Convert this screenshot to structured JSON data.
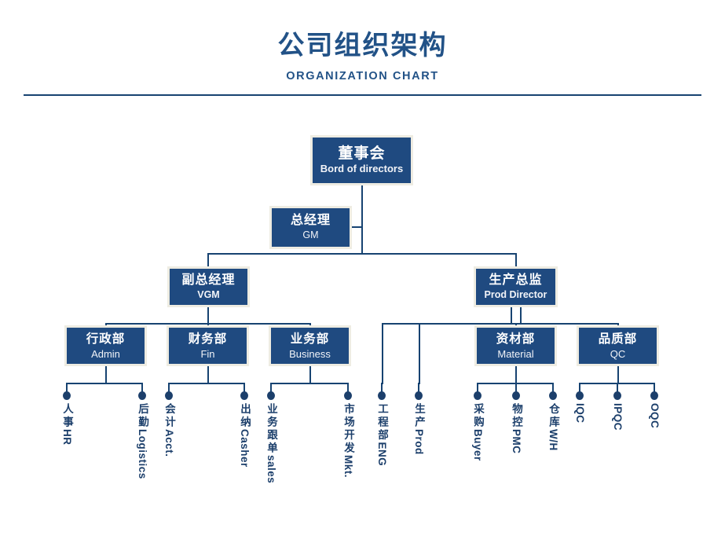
{
  "header": {
    "title_cn": "公司组织架构",
    "title_en": "ORGANIZATION CHART",
    "accent_color": "#225287",
    "rule_color": "#174371"
  },
  "theme": {
    "box_fill": "#1f4a80",
    "box_border": "#eeece2",
    "line_color": "#174371",
    "dot_color": "#1c3f6b",
    "text_color": "#ffffff"
  },
  "chart_data": {
    "type": "diagram",
    "title": "公司组织架构 / ORGANIZATION CHART",
    "nodes": {
      "board": {
        "cn": "董事会",
        "en": "Bord of directors"
      },
      "gm": {
        "cn": "总经理",
        "en": "GM"
      },
      "vgm": {
        "cn": "副总经理",
        "en": "VGM"
      },
      "prod_dir": {
        "cn": "生产总监",
        "en": "Prod Director"
      },
      "admin": {
        "cn": "行政部",
        "en": "Admin"
      },
      "fin": {
        "cn": "财务部",
        "en": "Fin"
      },
      "business": {
        "cn": "业务部",
        "en": "Business"
      },
      "material": {
        "cn": "资材部",
        "en": "Material"
      },
      "qc": {
        "cn": "品质部",
        "en": "QC"
      }
    },
    "leaves": [
      {
        "id": "hr",
        "cn": "人事",
        "en": "HR",
        "parent": "admin"
      },
      {
        "id": "logistics",
        "cn": "后勤",
        "en": "Logistics",
        "parent": "admin"
      },
      {
        "id": "acct",
        "cn": "会计",
        "en": "Acct.",
        "parent": "fin"
      },
      {
        "id": "casher",
        "cn": "出纳",
        "en": "Casher",
        "parent": "fin"
      },
      {
        "id": "sales",
        "cn": "业务跟单",
        "en": "sales",
        "parent": "business"
      },
      {
        "id": "mkt",
        "cn": "市场开发",
        "en": "Mkt.",
        "parent": "business"
      },
      {
        "id": "eng",
        "cn": "工程部",
        "en": "ENG",
        "parent": "prod_dir"
      },
      {
        "id": "prod",
        "cn": "生产",
        "en": "Prod",
        "parent": "prod_dir"
      },
      {
        "id": "buyer",
        "cn": "采购",
        "en": "Buyer",
        "parent": "material"
      },
      {
        "id": "pmc",
        "cn": "物控",
        "en": "PMC",
        "parent": "material"
      },
      {
        "id": "wh",
        "cn": "仓库",
        "en": "W/H",
        "parent": "material"
      },
      {
        "id": "iqc",
        "cn": "",
        "en": "IQC",
        "parent": "qc"
      },
      {
        "id": "ipqc",
        "cn": "",
        "en": "IPQC",
        "parent": "qc"
      },
      {
        "id": "oqc",
        "cn": "",
        "en": "OQC",
        "parent": "qc"
      }
    ],
    "edges": [
      {
        "from": "board",
        "to": "gm"
      },
      {
        "from": "gm",
        "to": "vgm"
      },
      {
        "from": "gm",
        "to": "prod_dir"
      },
      {
        "from": "vgm",
        "to": "admin"
      },
      {
        "from": "vgm",
        "to": "fin"
      },
      {
        "from": "vgm",
        "to": "business"
      },
      {
        "from": "prod_dir",
        "to": "eng"
      },
      {
        "from": "prod_dir",
        "to": "prod"
      },
      {
        "from": "prod_dir",
        "to": "material"
      },
      {
        "from": "prod_dir",
        "to": "qc"
      }
    ]
  }
}
